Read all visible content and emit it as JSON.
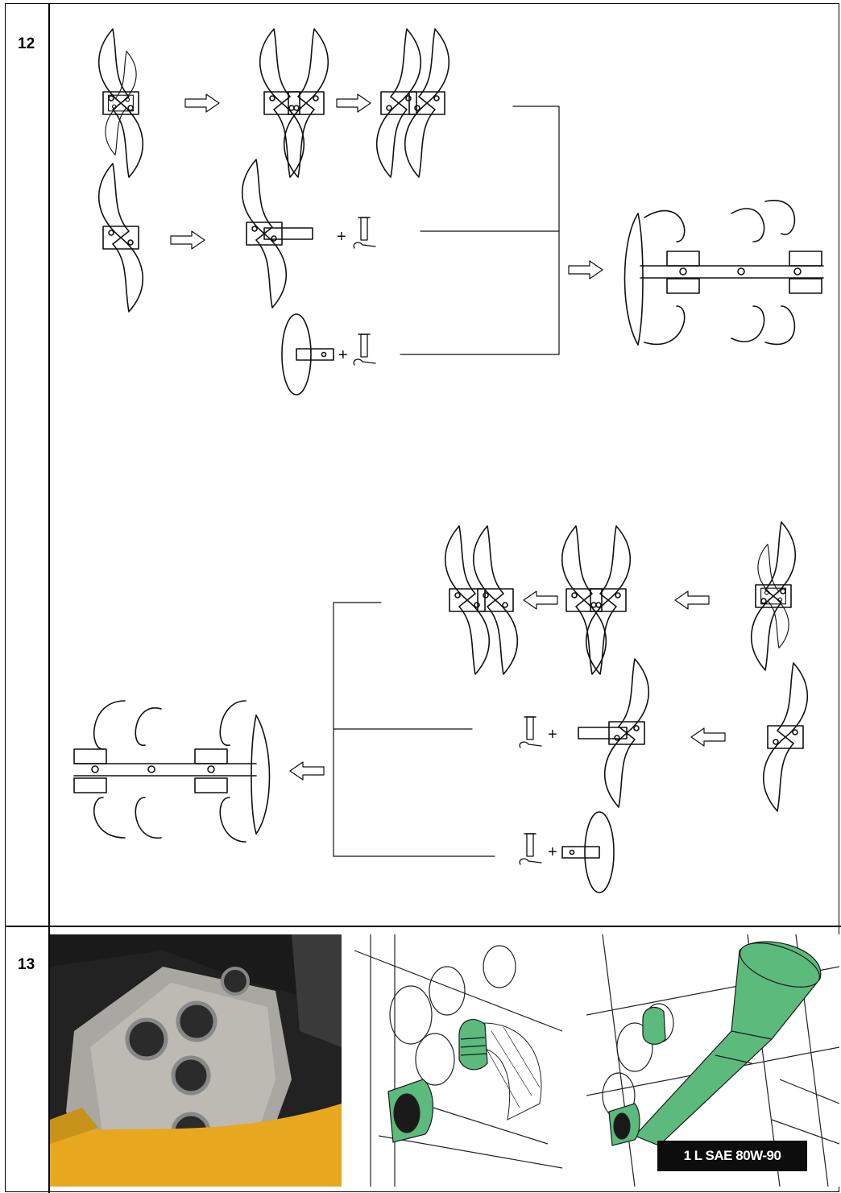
{
  "steps": [
    {
      "number": "12"
    },
    {
      "number": "13"
    }
  ],
  "oil_label": "1 L SAE 80W-90",
  "colors": {
    "border": "#000000",
    "accent_green": "#5cba7d",
    "tiller_orange": "#e7a81f",
    "label_bg": "#0d0d0d",
    "label_text": "#ffffff"
  },
  "icons": [
    "tine-assembly-icon",
    "arrow-right-icon",
    "arrow-left-icon",
    "pin-icon",
    "clip-icon",
    "disc-icon",
    "funnel-icon"
  ]
}
